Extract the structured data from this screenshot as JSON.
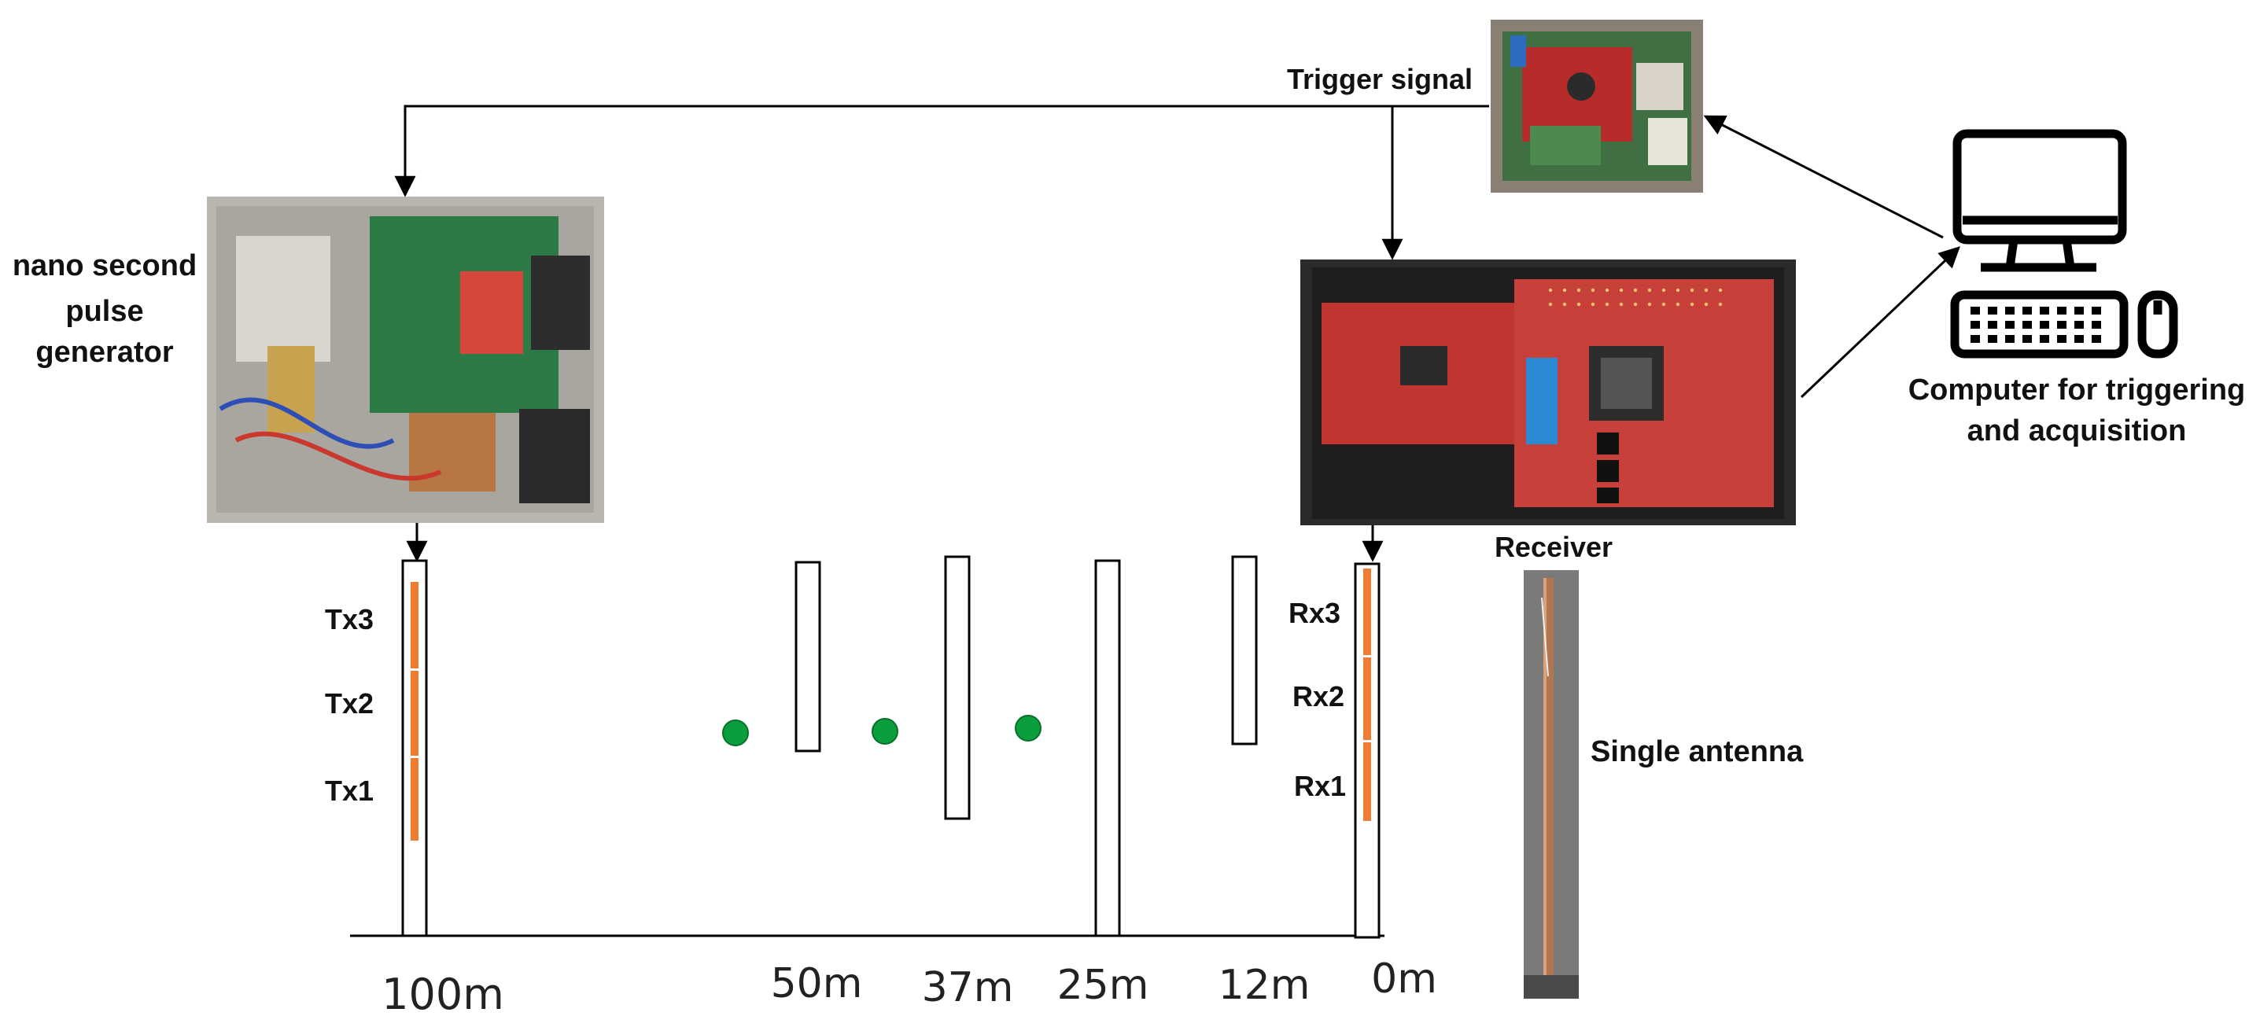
{
  "labels": {
    "trigger_signal": "Trigger signal",
    "pulse_generator": [
      "nano second",
      "pulse",
      "generator"
    ],
    "computer": [
      "Computer for triggering",
      "and acquisition"
    ],
    "receiver": "Receiver",
    "single_antenna": "Single antenna",
    "tx": [
      "Tx3",
      "Tx2",
      "Tx1"
    ],
    "rx": [
      "Rx3",
      "Rx2",
      "Rx1"
    ]
  },
  "distances": [
    "100m",
    "50m",
    "37m",
    "25m",
    "12m",
    "0m"
  ],
  "colors": {
    "antenna_element": "#ee7d31",
    "target_marker": "#0a9e3c",
    "line": "#000000",
    "pcb_red": "#c0352f",
    "pcb_green": "#2f7a3f"
  },
  "icons": [
    "computer-icon",
    "keyboard-icon",
    "mouse-icon"
  ]
}
